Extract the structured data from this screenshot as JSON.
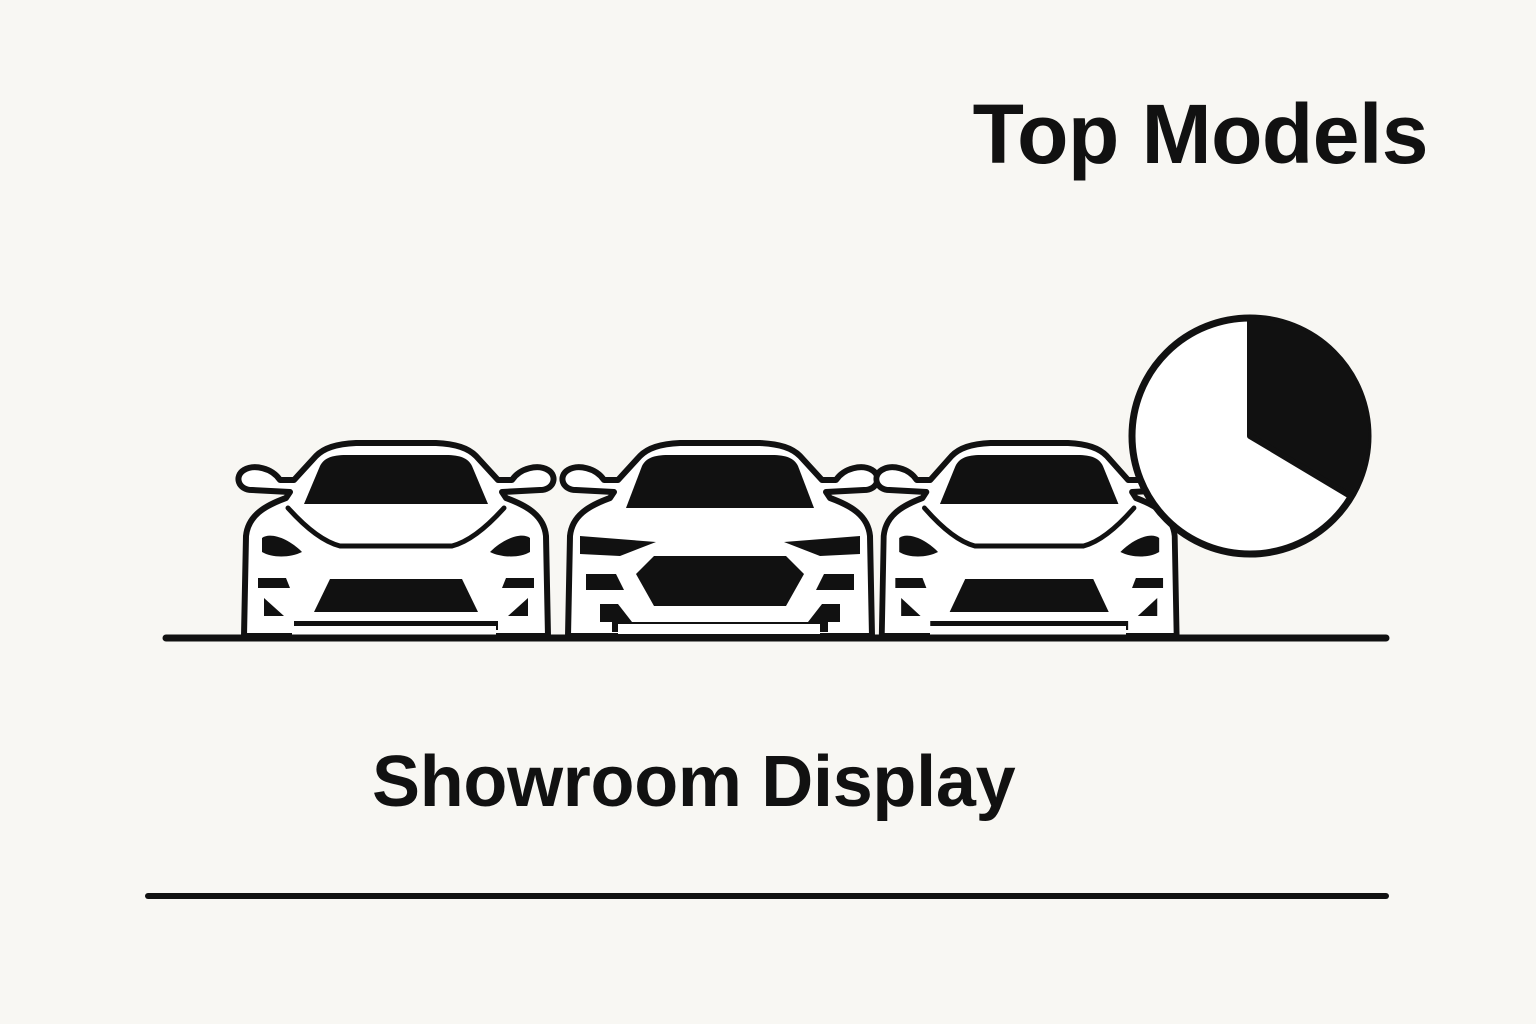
{
  "header": {
    "title": "Top Models"
  },
  "caption": {
    "text": "Showroom Display"
  },
  "illustration": {
    "cars": [
      {
        "name": "car-left",
        "icon": "car-front-icon"
      },
      {
        "name": "car-center",
        "icon": "car-front-icon"
      },
      {
        "name": "car-right",
        "icon": "car-front-icon"
      }
    ],
    "pie_icon": "pie-chart-icon",
    "pie_filled_fraction": 0.33,
    "ink_color": "#111111",
    "paper_color": "#f8f7f3"
  }
}
